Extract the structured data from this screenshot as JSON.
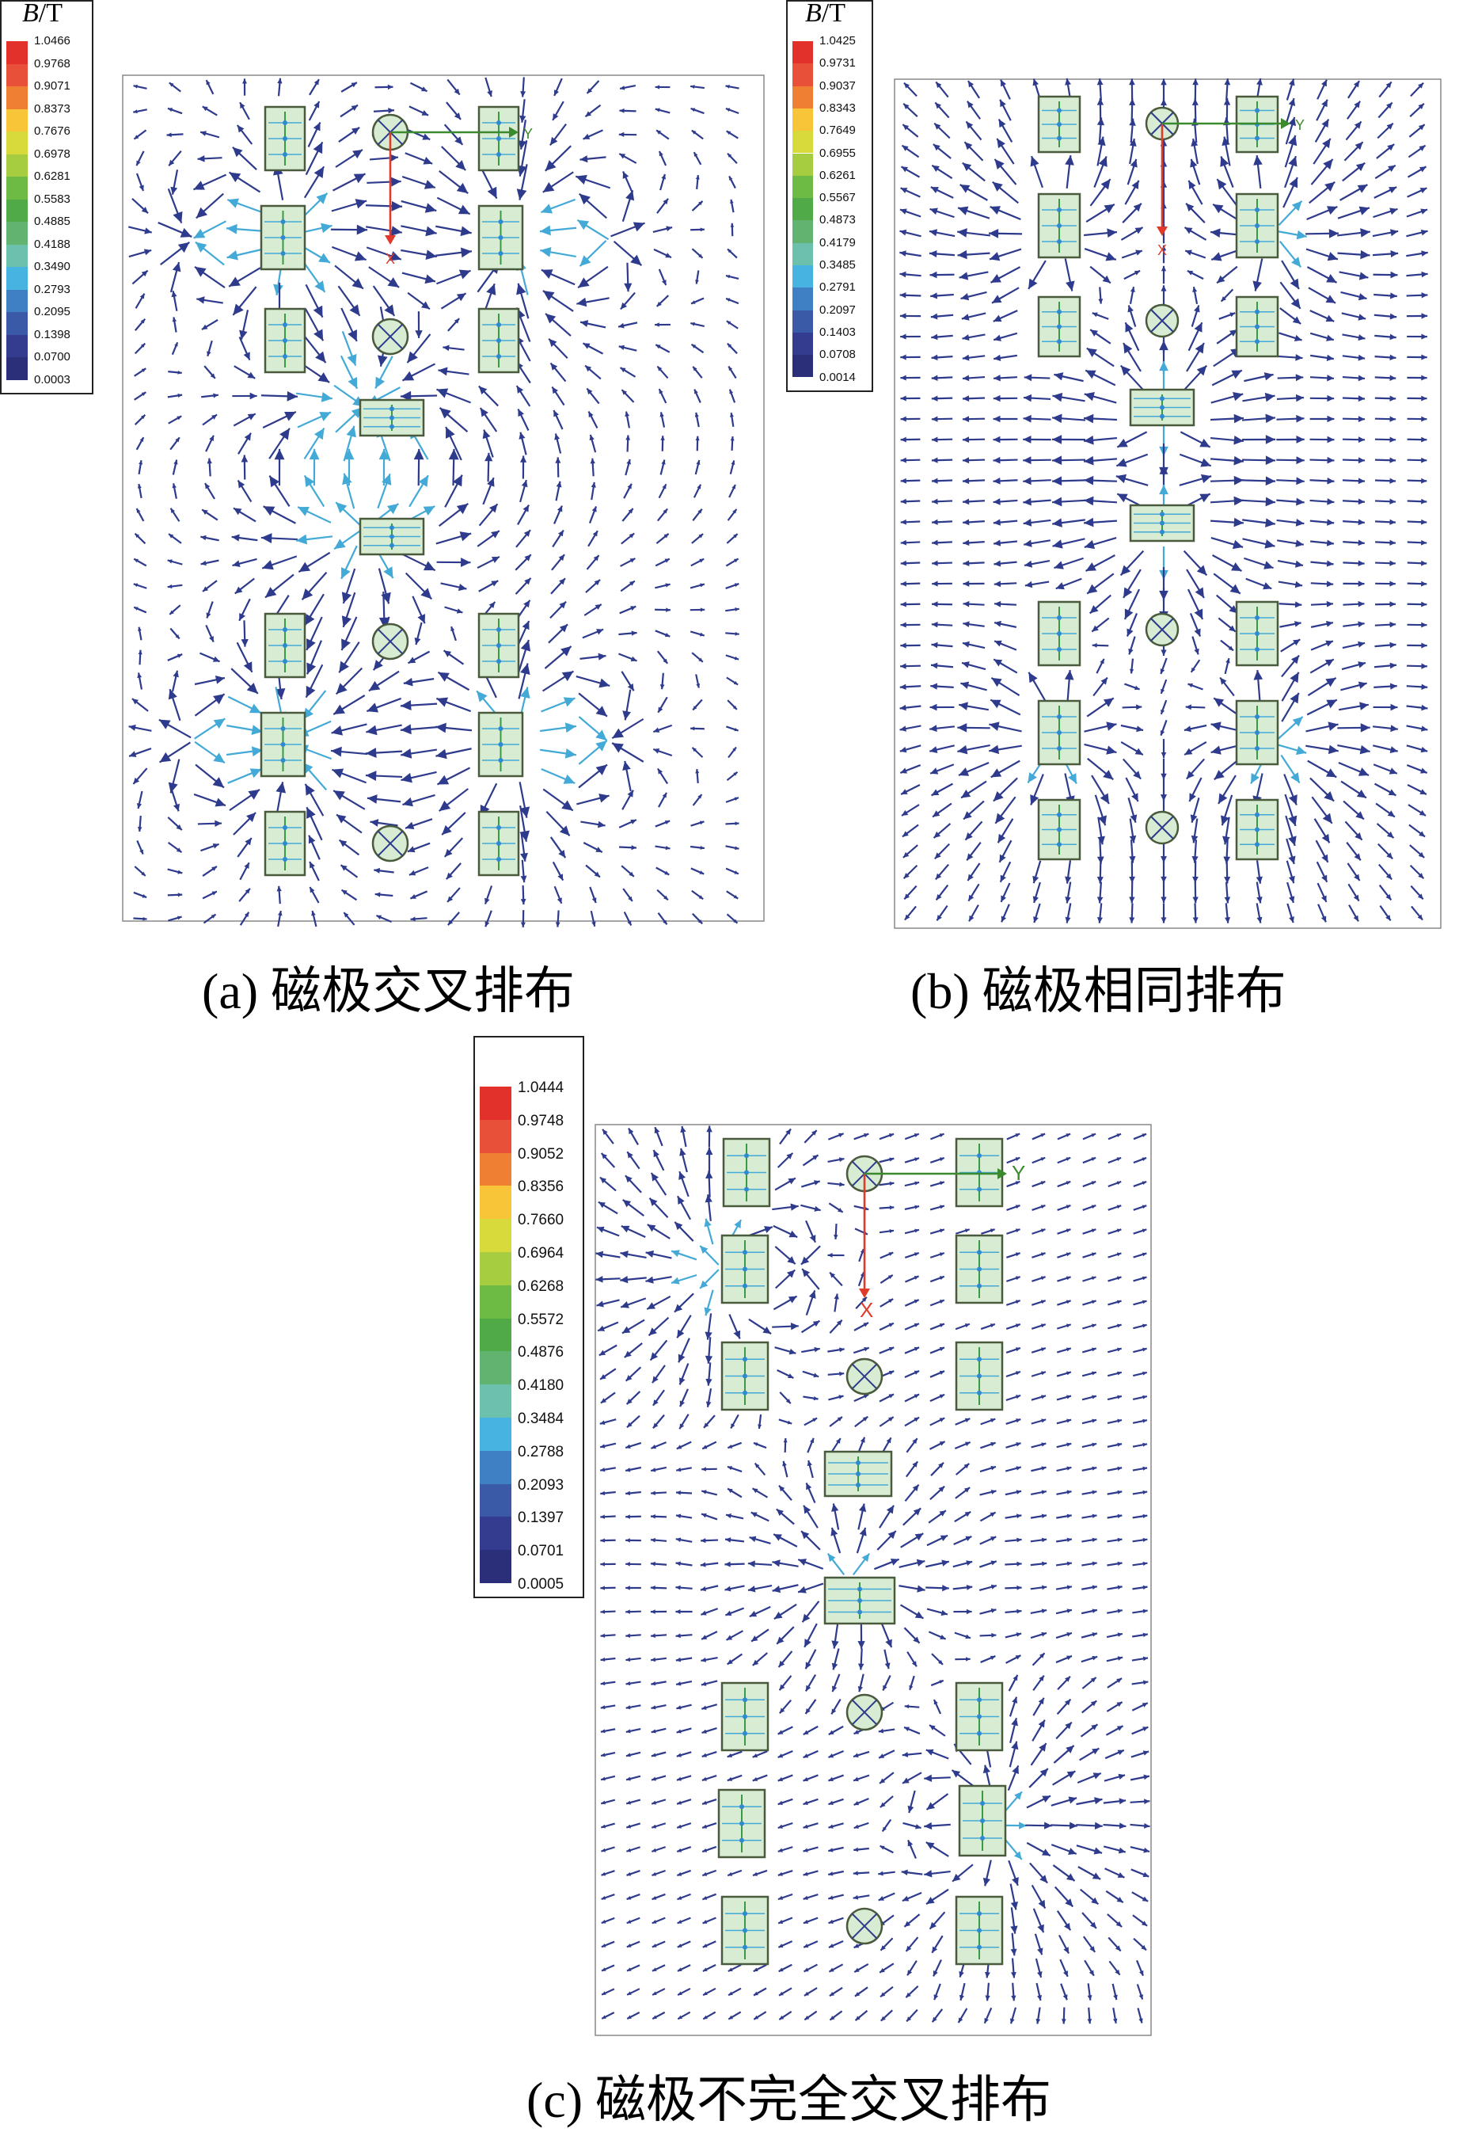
{
  "colors": {
    "arrow_primary": "#2e3a8c",
    "arrow_secondary": "#43a9d6",
    "magnet_fill": "#d7ecd3",
    "magnet_stroke": "#4a5a3c",
    "axis_x": "#e03a2a",
    "axis_y": "#3b8a2e"
  },
  "legend_palette": [
    "#e2302a",
    "#e8503a",
    "#ef8033",
    "#f7c537",
    "#d8d93a",
    "#a6cc3f",
    "#6dbb45",
    "#4faa47",
    "#62b36f",
    "#6cc1ac",
    "#46b3e0",
    "#3f7fc4",
    "#3a5aa8",
    "#333c8e",
    "#2b2f7a"
  ],
  "panels": [
    {
      "id": "a",
      "caption": "(a)  磁极交叉排布",
      "legend": {
        "title_var": "B",
        "title_unit": "/T",
        "ticks": [
          "1.0466",
          "0.9768",
          "0.9071",
          "0.8373",
          "0.7676",
          "0.6978",
          "0.6281",
          "0.5583",
          "0.4885",
          "0.4188",
          "0.3490",
          "0.2793",
          "0.2095",
          "0.1398",
          "0.0700",
          "0.0003"
        ]
      },
      "axis": {
        "x": "X",
        "y": "Y"
      }
    },
    {
      "id": "b",
      "caption": "(b)  磁极相同排布",
      "legend": {
        "title_var": "B",
        "title_unit": "/T",
        "ticks": [
          "1.0425",
          "0.9731",
          "0.9037",
          "0.8343",
          "0.7649",
          "0.6955",
          "0.6261",
          "0.5567",
          "0.4873",
          "0.4179",
          "0.3485",
          "0.2791",
          "0.2097",
          "0.1403",
          "0.0708",
          "0.0014"
        ]
      },
      "axis": {
        "x": "X",
        "y": "Y"
      }
    },
    {
      "id": "c",
      "caption": "(c)  磁极不完全交叉排布",
      "legend": {
        "title_var": "B",
        "title_unit": "/T",
        "ticks": [
          "1.0444",
          "0.9748",
          "0.9052",
          "0.8356",
          "0.7660",
          "0.6964",
          "0.6268",
          "0.5572",
          "0.4876",
          "0.4180",
          "0.3484",
          "0.2788",
          "0.2093",
          "0.1397",
          "0.0701",
          "0.0005"
        ]
      },
      "axis": {
        "x": "X",
        "y": "Y"
      }
    }
  ]
}
